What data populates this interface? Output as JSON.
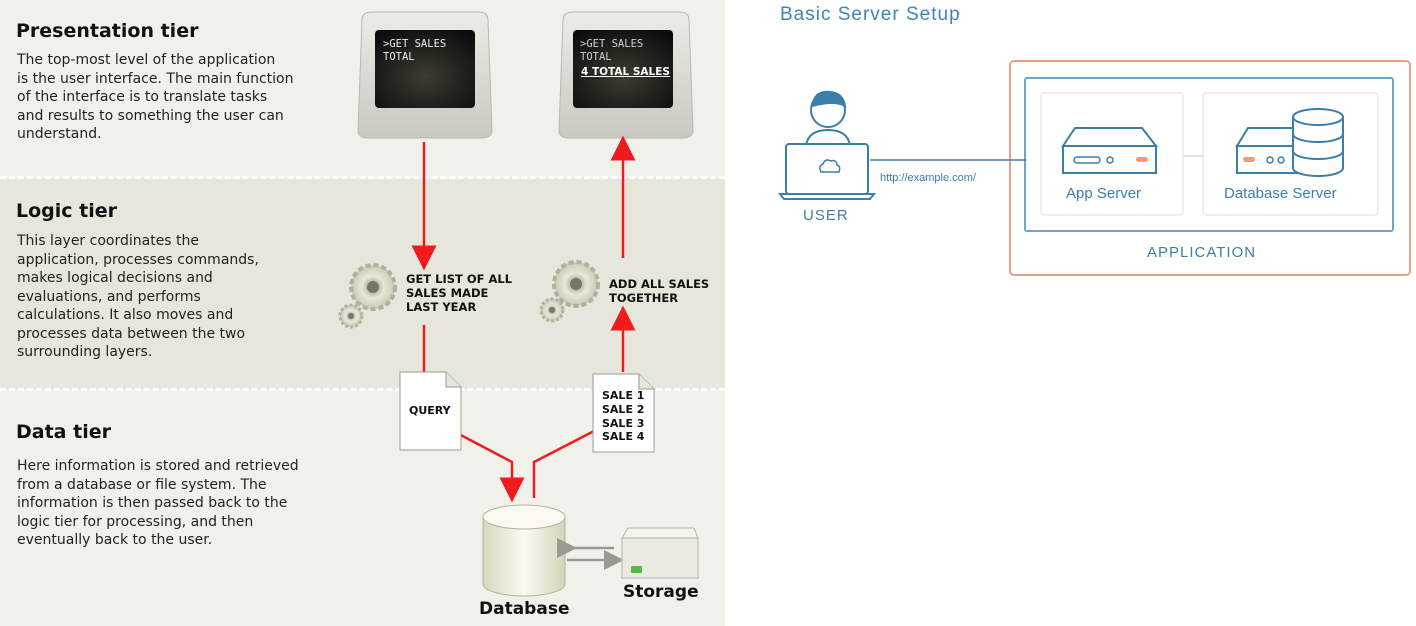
{
  "left": {
    "presentation": {
      "title": "Presentation tier",
      "text": "The top-most level of the application\nis the user interface. The main function\nof the interface is to translate tasks\nand results to something the user can\nunderstand."
    },
    "logic": {
      "title": "Logic tier",
      "text": "This layer coordinates the\napplication, processes commands,\nmakes logical decisions and\nevaluations, and performs\ncalculations.  It also moves and\nprocesses data between the two\nsurrounding layers."
    },
    "data": {
      "title": "Data tier",
      "text": "Here information is stored and retrieved\nfrom a database or file system.  The\ninformation is then passed back to the\nlogic tier for processing, and then\neventually back to the user."
    },
    "screen_left": {
      "text": ">GET SALES\n  TOTAL"
    },
    "screen_right": {
      "text": ">GET SALES\n  TOTAL",
      "result": "4 TOTAL SALES"
    },
    "gear_left_label": "GET LIST OF ALL\nSALES MADE\nLAST YEAR",
    "gear_right_label": "ADD ALL SALES\nTOGETHER",
    "query_doc": "QUERY",
    "sales_doc": "SALE 1\nSALE 2\nSALE 3\nSALE 4",
    "database_label": "Database",
    "storage_label": "Storage",
    "colors": {
      "arrow": "#ee1c1c",
      "screen": "#141414",
      "led": "#55b84a"
    }
  },
  "right": {
    "title": "Basic Server Setup",
    "user_label": "USER",
    "url": "http://example.com/",
    "app_server_label": "App Server",
    "db_server_label": "Database Server",
    "application_label": "APPLICATION",
    "colors": {
      "outer_border": "#e8a084",
      "inner_border": "#6aa7cf",
      "text": "#3b7fa8",
      "accent": "#f09a7c"
    }
  }
}
